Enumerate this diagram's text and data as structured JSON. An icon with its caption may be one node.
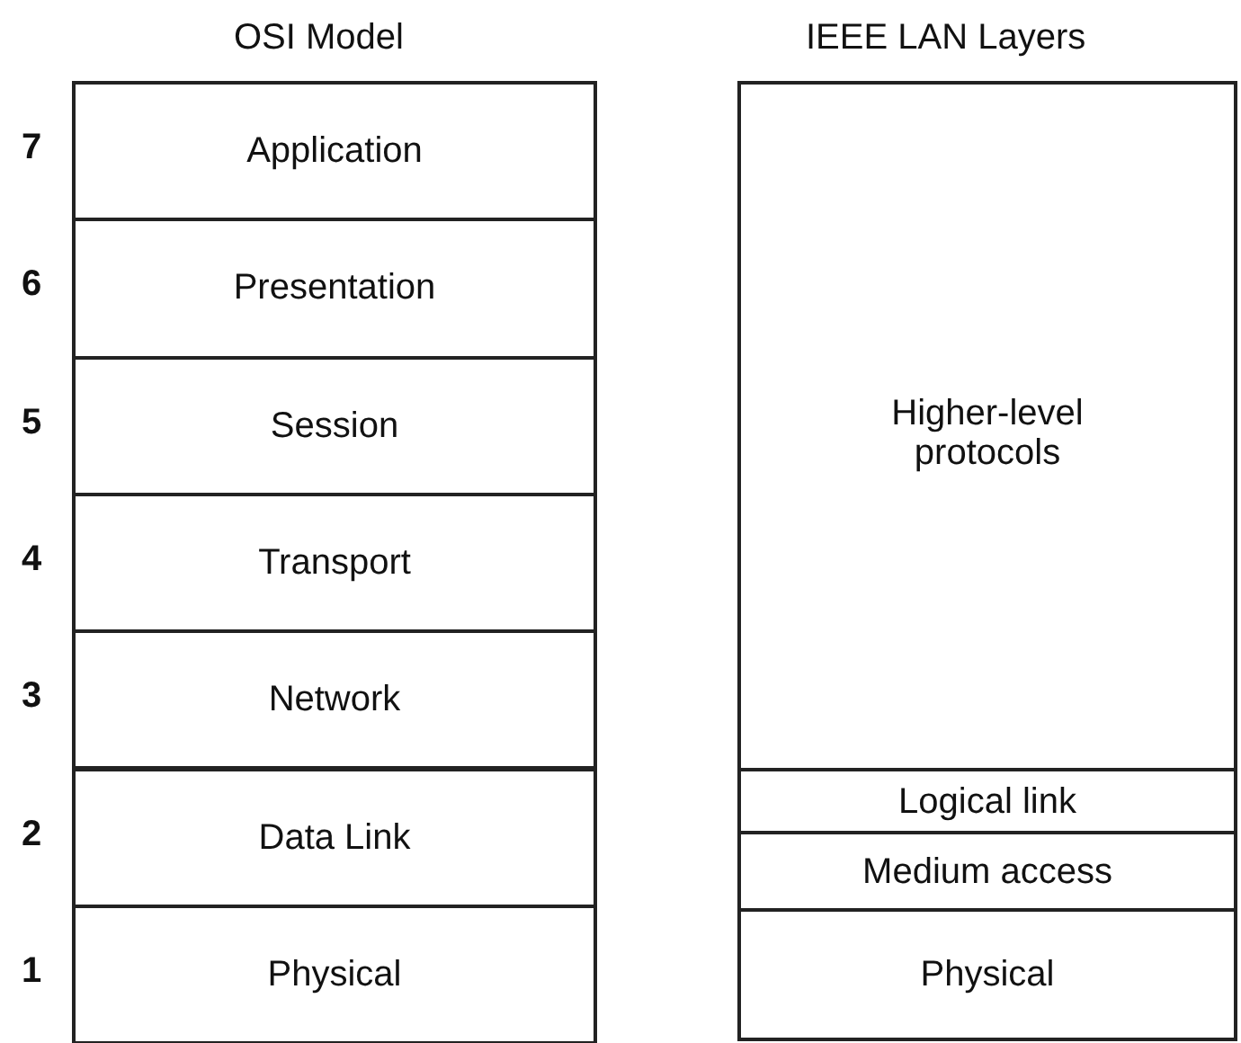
{
  "diagram": {
    "nodes": [
      {
        "text": [
          "Application"
        ]
      },
      {
        "text": [
          "Presentation"
        ]
      },
      {
        "text": [
          "Session"
        ]
      },
      {
        "text": [
          "Transport"
        ]
      },
      {
        "text": [
          "Network"
        ]
      },
      {
        "text": [
          "Data Link"
        ]
      },
      {
        "text": [
          "Physical"
        ]
      },
      {
        "text": [
          "Higher-level protocols"
        ]
      },
      {
        "text": [
          "Logical link"
        ]
      },
      {
        "text": [
          "Medium access"
        ]
      },
      {
        "text": [
          "Physical"
        ]
      }
    ],
    "edges": [],
    "labels": [
      "OSI Model",
      "IEEE LAN Layers",
      "7",
      "6",
      "5",
      "4",
      "3",
      "2",
      "1"
    ]
  }
}
